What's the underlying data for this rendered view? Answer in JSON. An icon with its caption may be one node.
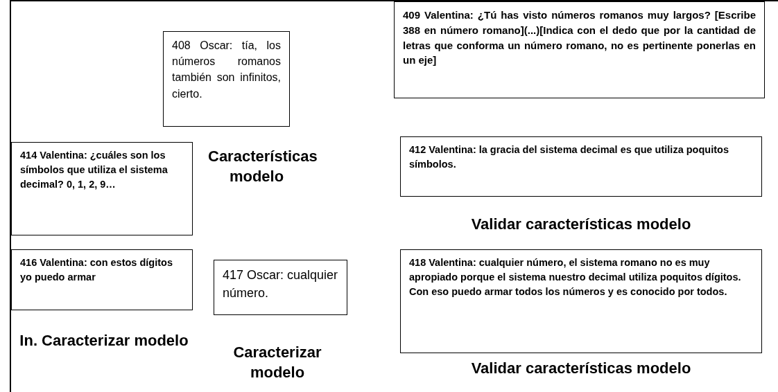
{
  "diagram": {
    "nodes": [
      {
        "text": [
          "408 Oscar: tía, los números romanos también son infinitos, cierto."
        ],
        "beside": [
          "Características modelo"
        ]
      },
      {
        "text": [
          "409 Valentina: ¿Tú has visto números romanos muy largos? [Escribe 388 en número romano](...)[Indica con el dedo que por la cantidad de letras que conforma un número romano, no es pertinente ponerlas en un eje]"
        ]
      },
      {
        "text": [
          "414 Valentina: ¿cuáles son los símbolos que utiliza el sistema decimal? 0, 1, 2, 9…"
        ]
      },
      {
        "text": [
          "412 Valentina: la gracia del sistema decimal es que utiliza poquitos símbolos."
        ],
        "beside": [
          "Validar características modelo"
        ]
      },
      {
        "text": [
          "416 Valentina: con estos dígitos yo puedo armar"
        ],
        "beside": [
          "In. Caracterizar modelo"
        ]
      },
      {
        "text": [
          "417 Oscar: cualquier número."
        ],
        "beside": [
          "Caracterizar modelo"
        ]
      },
      {
        "text": [
          "418 Valentina: cualquier número, el sistema romano no es muy apropiado porque el sistema nuestro decimal utiliza poquitos dígitos. Con eso puedo armar todos los números y es conocido por todos."
        ],
        "beside": [
          "Validar características modelo"
        ]
      }
    ],
    "edges": []
  }
}
